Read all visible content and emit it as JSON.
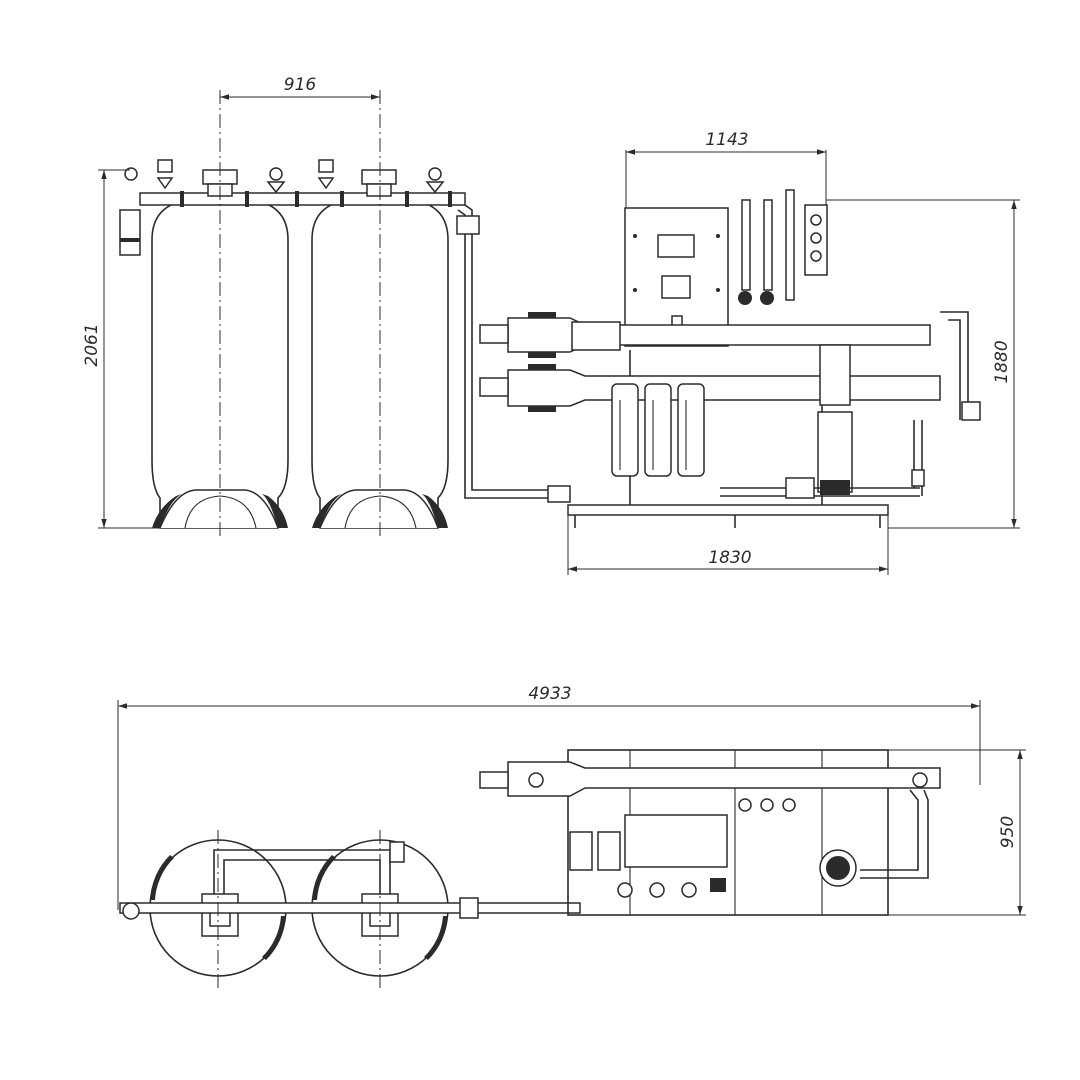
{
  "dimensions": {
    "filter_spacing": "916",
    "unit_width_front": "1143",
    "filter_height": "2061",
    "unit_height": "1880",
    "frame_length": "1830",
    "total_length": "4933",
    "total_depth": "950"
  }
}
